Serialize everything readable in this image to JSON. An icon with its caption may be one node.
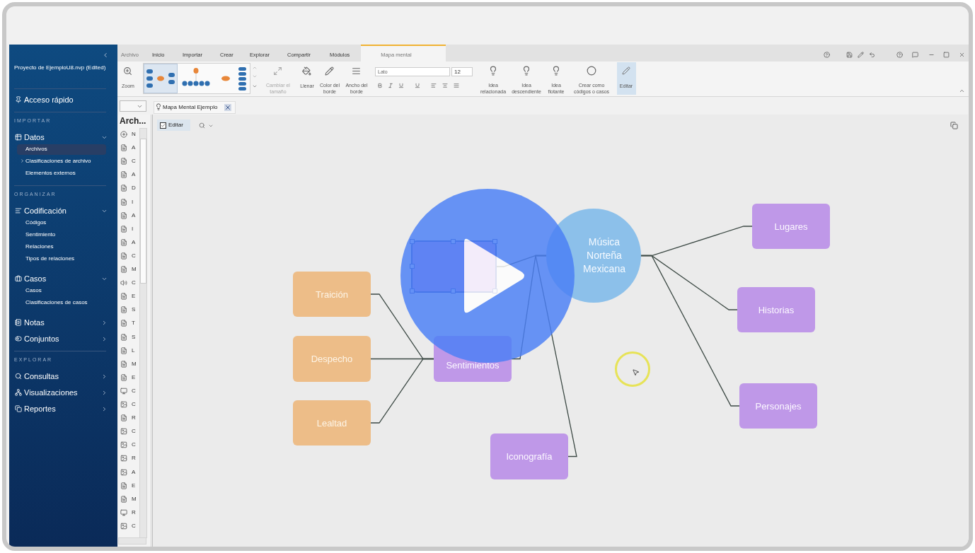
{
  "diagram": {
    "nodes": [
      {
        "text": [
          "Música Norteña Mexicana"
        ]
      },
      {
        "text": [],
        "shape": "box"
      },
      {
        "text": [
          "Sentimientos"
        ]
      },
      {
        "text": [
          "Iconografía"
        ]
      },
      {
        "text": [
          "Lugares"
        ]
      },
      {
        "text": [
          "Historias"
        ]
      },
      {
        "text": [
          "Personajes"
        ]
      },
      {
        "text": [
          "Traición"
        ]
      },
      {
        "text": [
          "Despecho"
        ]
      },
      {
        "text": [
          "Lealtad"
        ]
      }
    ],
    "edges": [
      {
        "from": 0,
        "to": 4,
        "arrow": "none"
      },
      {
        "from": 0,
        "to": 5,
        "arrow": "none"
      },
      {
        "from": 0,
        "to": 6,
        "arrow": "none"
      },
      {
        "from": 0,
        "to": 1,
        "arrow": "none"
      },
      {
        "from": 0,
        "to": 2,
        "arrow": "none"
      },
      {
        "from": 0,
        "to": 3,
        "arrow": "none"
      },
      {
        "from": 2,
        "to": 7,
        "arrow": "none"
      },
      {
        "from": 2,
        "to": 8,
        "arrow": "none"
      },
      {
        "from": 2,
        "to": 9,
        "arrow": "none"
      }
    ],
    "labels": [
      "Proyecto de EjemploU8.nvp (Edited)",
      "Acceso rápido",
      "IMPORTAR",
      "Datos",
      "Archivos",
      "Clasificaciones de archivo",
      "Elementos externos",
      "ORGANIZAR",
      "Codificación",
      "Códigos",
      "Sentimiento",
      "Relaciones",
      "Tipos de relaciones",
      "Casos",
      "Casos",
      "Clasificaciones de casos",
      "Notas",
      "Conjuntos",
      "EXPLORAR",
      "Consultas",
      "Visualizaciones",
      "Reportes",
      "Archivo",
      "Inicio",
      "Importar",
      "Crear",
      "Explorar",
      "Compartir",
      "Módulos",
      "Mapa mental",
      "Zoom",
      "Cambiar el tamaño",
      "Llenar",
      "Color del borde",
      "Ancho del borde",
      "Lato",
      "12",
      "Idea relacionada",
      "Idea descendiente",
      "Idea flotante",
      "Crear como códigos o casos",
      "Editar",
      "Mapa Mental Ejemplo",
      "Editar",
      "Arch...",
      "N",
      "A",
      "C",
      "A",
      "D",
      "I",
      "A",
      "I",
      "A",
      "C",
      "M",
      "C",
      "E",
      "S",
      "T",
      "S",
      "L",
      "M",
      "E",
      "C",
      "C",
      "R",
      "C",
      "C",
      "R",
      "A",
      "E",
      "M",
      "R",
      "C"
    ]
  }
}
